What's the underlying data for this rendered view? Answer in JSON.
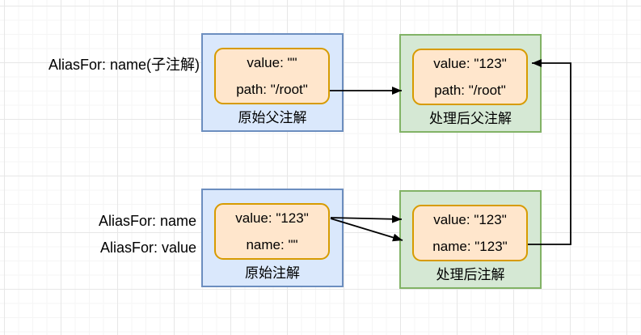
{
  "diagram": {
    "side_notes": [
      {
        "id": "parent-alias",
        "text": "AliasFor: name(子注解)"
      },
      {
        "id": "alias-name",
        "text": "AliasFor: name"
      },
      {
        "id": "alias-value",
        "text": "AliasFor: value"
      }
    ],
    "boxes": [
      {
        "id": "original-parent",
        "label": "原始父注解",
        "rows": [
          "value: \"\"",
          "path: \"/root\""
        ]
      },
      {
        "id": "processed-parent",
        "label": "处理后父注解",
        "rows": [
          "value: \"123\"",
          "path: \"/root\""
        ]
      },
      {
        "id": "original",
        "label": "原始注解",
        "rows": [
          "value: \"123\"",
          "name: \"\""
        ]
      },
      {
        "id": "processed",
        "label": "处理后注解",
        "rows": [
          "value: \"123\"",
          "name: \"123\""
        ]
      }
    ],
    "arrows": [
      {
        "id": "path-to-path",
        "from": "original-parent.path",
        "to": "processed-parent.path"
      },
      {
        "id": "value-to-value",
        "from": "original.value",
        "to": "processed.value"
      },
      {
        "id": "value-to-name",
        "from": "original.value",
        "to": "processed.name"
      },
      {
        "id": "name-to-parent-value",
        "from": "processed.name",
        "to": "processed-parent.value"
      }
    ],
    "colors": {
      "blue_fill": "#dae8fc",
      "blue_border": "#6c8ebf",
      "green_fill": "#d5e8d4",
      "green_border": "#82b366",
      "orange_fill": "#ffe6cc",
      "orange_border": "#d79b00",
      "line": "#000000",
      "grid_major": "#e7e7e7",
      "grid_minor": "#f5f5f5"
    }
  }
}
